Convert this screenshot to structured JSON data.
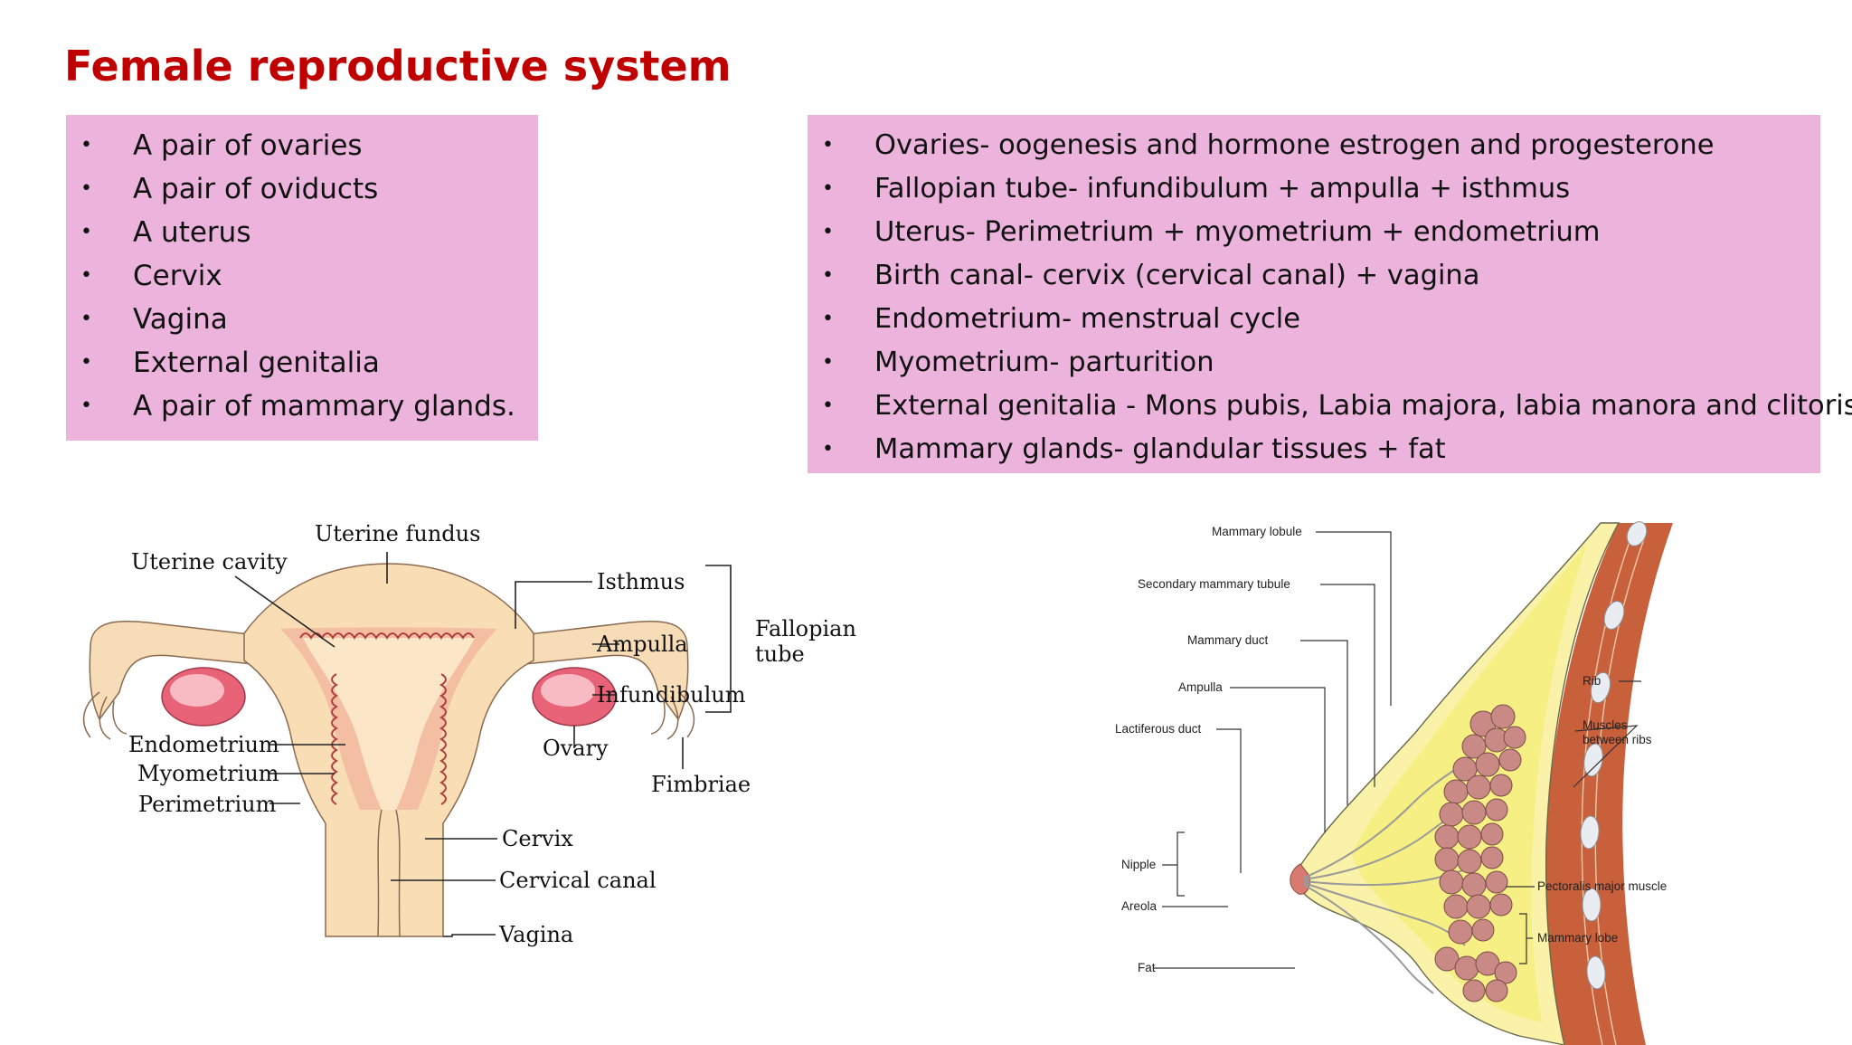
{
  "title": "Female reproductive system",
  "colors": {
    "title": "#c00000",
    "box_background": "#ecb4dc"
  },
  "left_box": {
    "items": [
      "A pair of ovaries",
      "A pair of oviducts",
      "A uterus",
      "Cervix",
      "Vagina",
      "External genitalia",
      "A pair of mammary glands."
    ]
  },
  "right_box": {
    "items": [
      "Ovaries- oogenesis and hormone estrogen and progesterone",
      "Fallopian tube- infundibulum + ampulla + isthmus",
      "Uterus- Perimetrium + myometrium + endometrium",
      "Birth canal- cervix (cervical canal) + vagina",
      "Endometrium- menstrual cycle",
      "Myometrium- parturition",
      "External genitalia - Mons pubis, Labia majora, labia manora and clitoris.",
      "Mammary glands- glandular tissues + fat"
    ]
  },
  "bullet_char": "•",
  "uterus_diagram": {
    "labels": {
      "uterine_fundus": "Uterine fundus",
      "uterine_cavity": "Uterine cavity",
      "isthmus": "Isthmus",
      "ampulla": "Ampulla",
      "infundibulum": "Infundibulum",
      "fallopian_line1": "Fallopian",
      "fallopian_line2": "tube",
      "endometrium": "Endometrium",
      "myometrium": "Myometrium",
      "perimetrium": "Perimetrium",
      "ovary": "Ovary",
      "fimbriae": "Fimbriae",
      "cervix": "Cervix",
      "cervical_canal": "Cervical canal",
      "vagina": "Vagina"
    }
  },
  "breast_diagram": {
    "labels": {
      "mammary_lobule": "Mammary lobule",
      "secondary_mammary_tubule": "Secondary mammary tubule",
      "mammary_duct": "Mammary duct",
      "ampulla": "Ampulla",
      "lactiferous_duct": "Lactiferous duct",
      "nipple": "Nipple",
      "areola": "Areola",
      "fat": "Fat",
      "rib": "Rib",
      "muscles_line1": "Muscles",
      "muscles_line2": "between ribs",
      "pectoralis": "Pectoralis major muscle",
      "mammary_lobe": "Mammary lobe"
    }
  }
}
